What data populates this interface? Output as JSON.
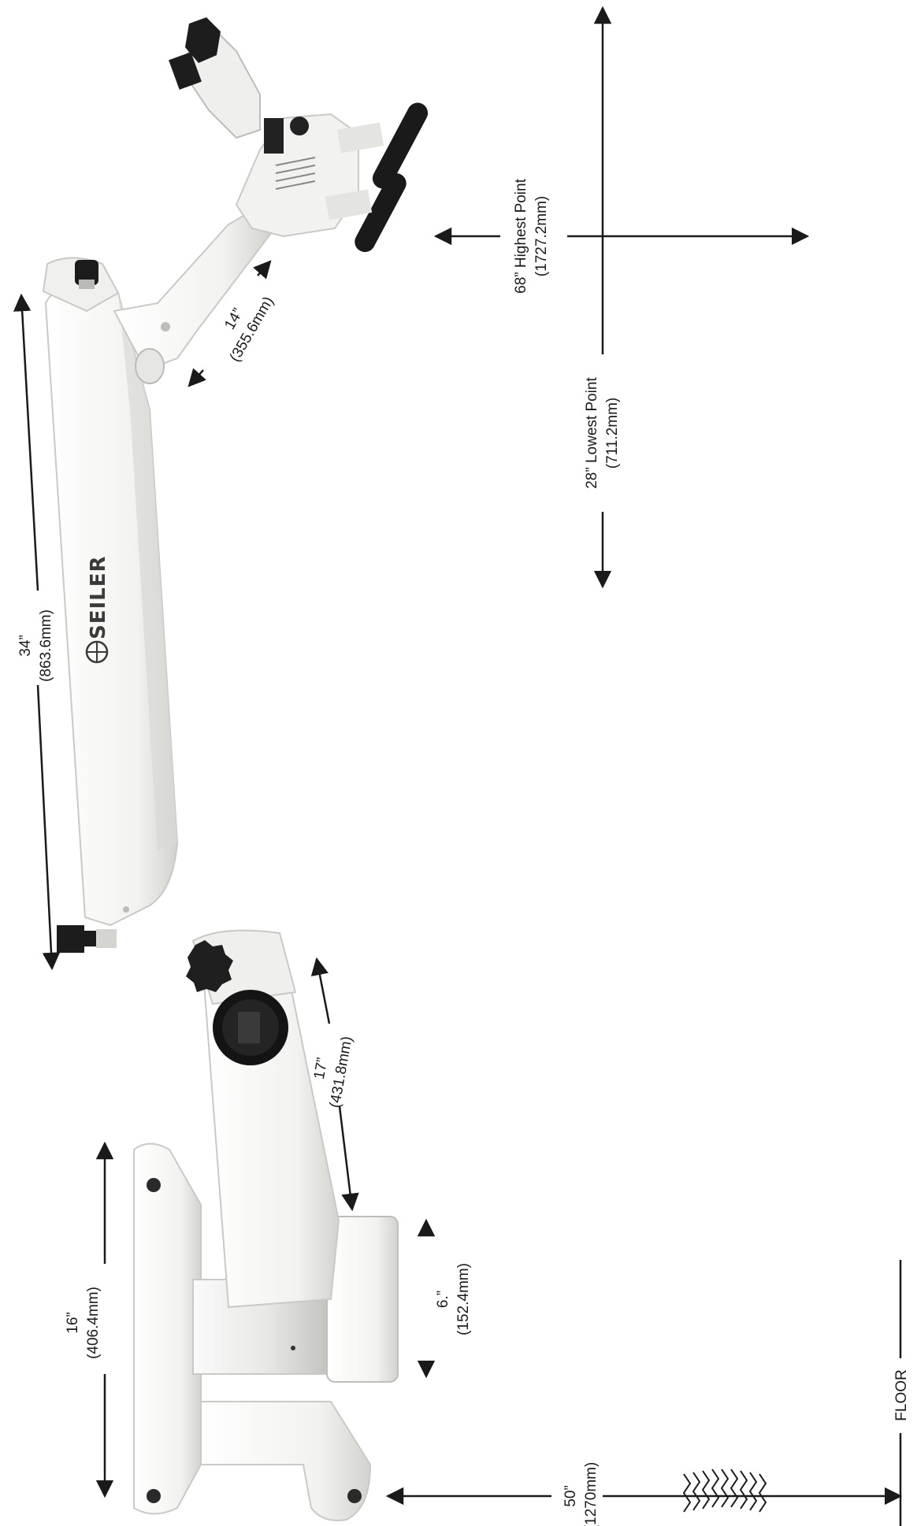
{
  "brand": "SEILER",
  "dimensions": {
    "optics_arm": {
      "inches": "14”",
      "mm": "(355.6mm)"
    },
    "main_arm": {
      "inches": "34”",
      "mm": "(863.6mm)"
    },
    "mid_arm": {
      "inches": "17”",
      "mm": "(431.8mm)"
    },
    "collar": {
      "inches": "6.”",
      "mm": "(152.4mm)"
    },
    "wall_plate": {
      "inches": "16”",
      "mm": "(406.4mm)"
    },
    "mount_height": {
      "inches": "50”",
      "mm": "(1270mm)"
    },
    "highest_point": {
      "inches": "68” Highest Point",
      "mm": "(1727.2mm)"
    },
    "lowest_point": {
      "inches": "28” Lowest Point",
      "mm": "(711.2mm)"
    }
  },
  "floor_label": "FLOOR",
  "colors": {
    "line": "#1a1a1a",
    "body": "#f4f4f2",
    "shade": "#cfcfcc",
    "knob": "#1f1f1f"
  }
}
